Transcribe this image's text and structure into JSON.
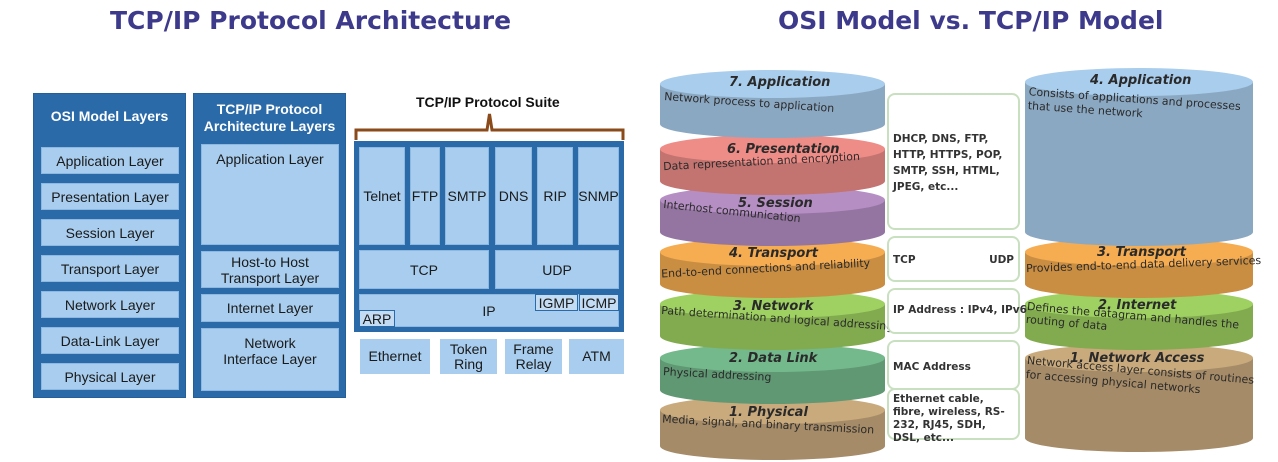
{
  "left": {
    "title": "TCP/IP Protocol Architecture",
    "osi_header": "OSI Model Layers",
    "osi_layers": [
      "Application Layer",
      "Presentation Layer",
      "Session Layer",
      "Transport Layer",
      "Network Layer",
      "Data-Link Layer",
      "Physical Layer"
    ],
    "arch_header": "TCP/IP Protocol Architecture Layers",
    "arch_layers": [
      "Application Layer",
      "Host-to Host Transport Layer",
      "Internet Layer",
      "Network Interface Layer"
    ],
    "suite_label": "TCP/IP Protocol Suite",
    "app_protocols": [
      "Telnet",
      "FTP",
      "SMTP",
      "DNS",
      "RIP",
      "SNMP"
    ],
    "tcp": "TCP",
    "udp": "UDP",
    "ip": "IP",
    "igmp": "IGMP",
    "icmp": "ICMP",
    "arp": "ARP",
    "network": [
      "Ethernet",
      "Token Ring",
      "Frame Relay",
      "ATM"
    ]
  },
  "right": {
    "title": "OSI Model vs. TCP/IP Model",
    "osi": [
      {
        "name": "7. Application",
        "desc": "Network process to application",
        "color": "#a9cdec"
      },
      {
        "name": "6. Presentation",
        "desc": "Data representation and encryption",
        "color": "#ee8d88"
      },
      {
        "name": "5. Session",
        "desc": "Interhost communication",
        "color": "#b58fc4"
      },
      {
        "name": "4. Transport",
        "desc": "End-to-end connections and reliability",
        "color": "#f6ad52"
      },
      {
        "name": "3. Network",
        "desc": "Path determination and logical addressing",
        "color": "#9fd162"
      },
      {
        "name": "2. Data Link",
        "desc": "Physical addressing",
        "color": "#74b98c"
      },
      {
        "name": "1. Physical",
        "desc": "Media, signal, and binary transmission",
        "color": "#c9aa7d"
      }
    ],
    "protocols": {
      "application": "DHCP, DNS, FTP, HTTP, HTTPS, POP, SMTP, SSH, HTML, JPEG, etc...",
      "transport_tcp": "TCP",
      "transport_udp": "UDP",
      "network": "IP Address : IPv4, IPv6",
      "datalink": "MAC Address",
      "physical": "Ethernet cable, fibre, wireless, RS-232, RJ45, SDH, DSL, etc..."
    },
    "tcpip": [
      {
        "name": "4. Application",
        "desc": "Consists of applications and processes that use the network",
        "color": "#a9cdec"
      },
      {
        "name": "3. Transport",
        "desc": "Provides end-to-end data delivery services",
        "color": "#f6ad52"
      },
      {
        "name": "2. Internet",
        "desc": "Defines the datagram and handles the routing of data",
        "color": "#9fd162"
      },
      {
        "name": "1. Network Access",
        "desc": "Network access layer consists of routines for accessing physical networks",
        "color": "#c9aa7d"
      }
    ]
  }
}
